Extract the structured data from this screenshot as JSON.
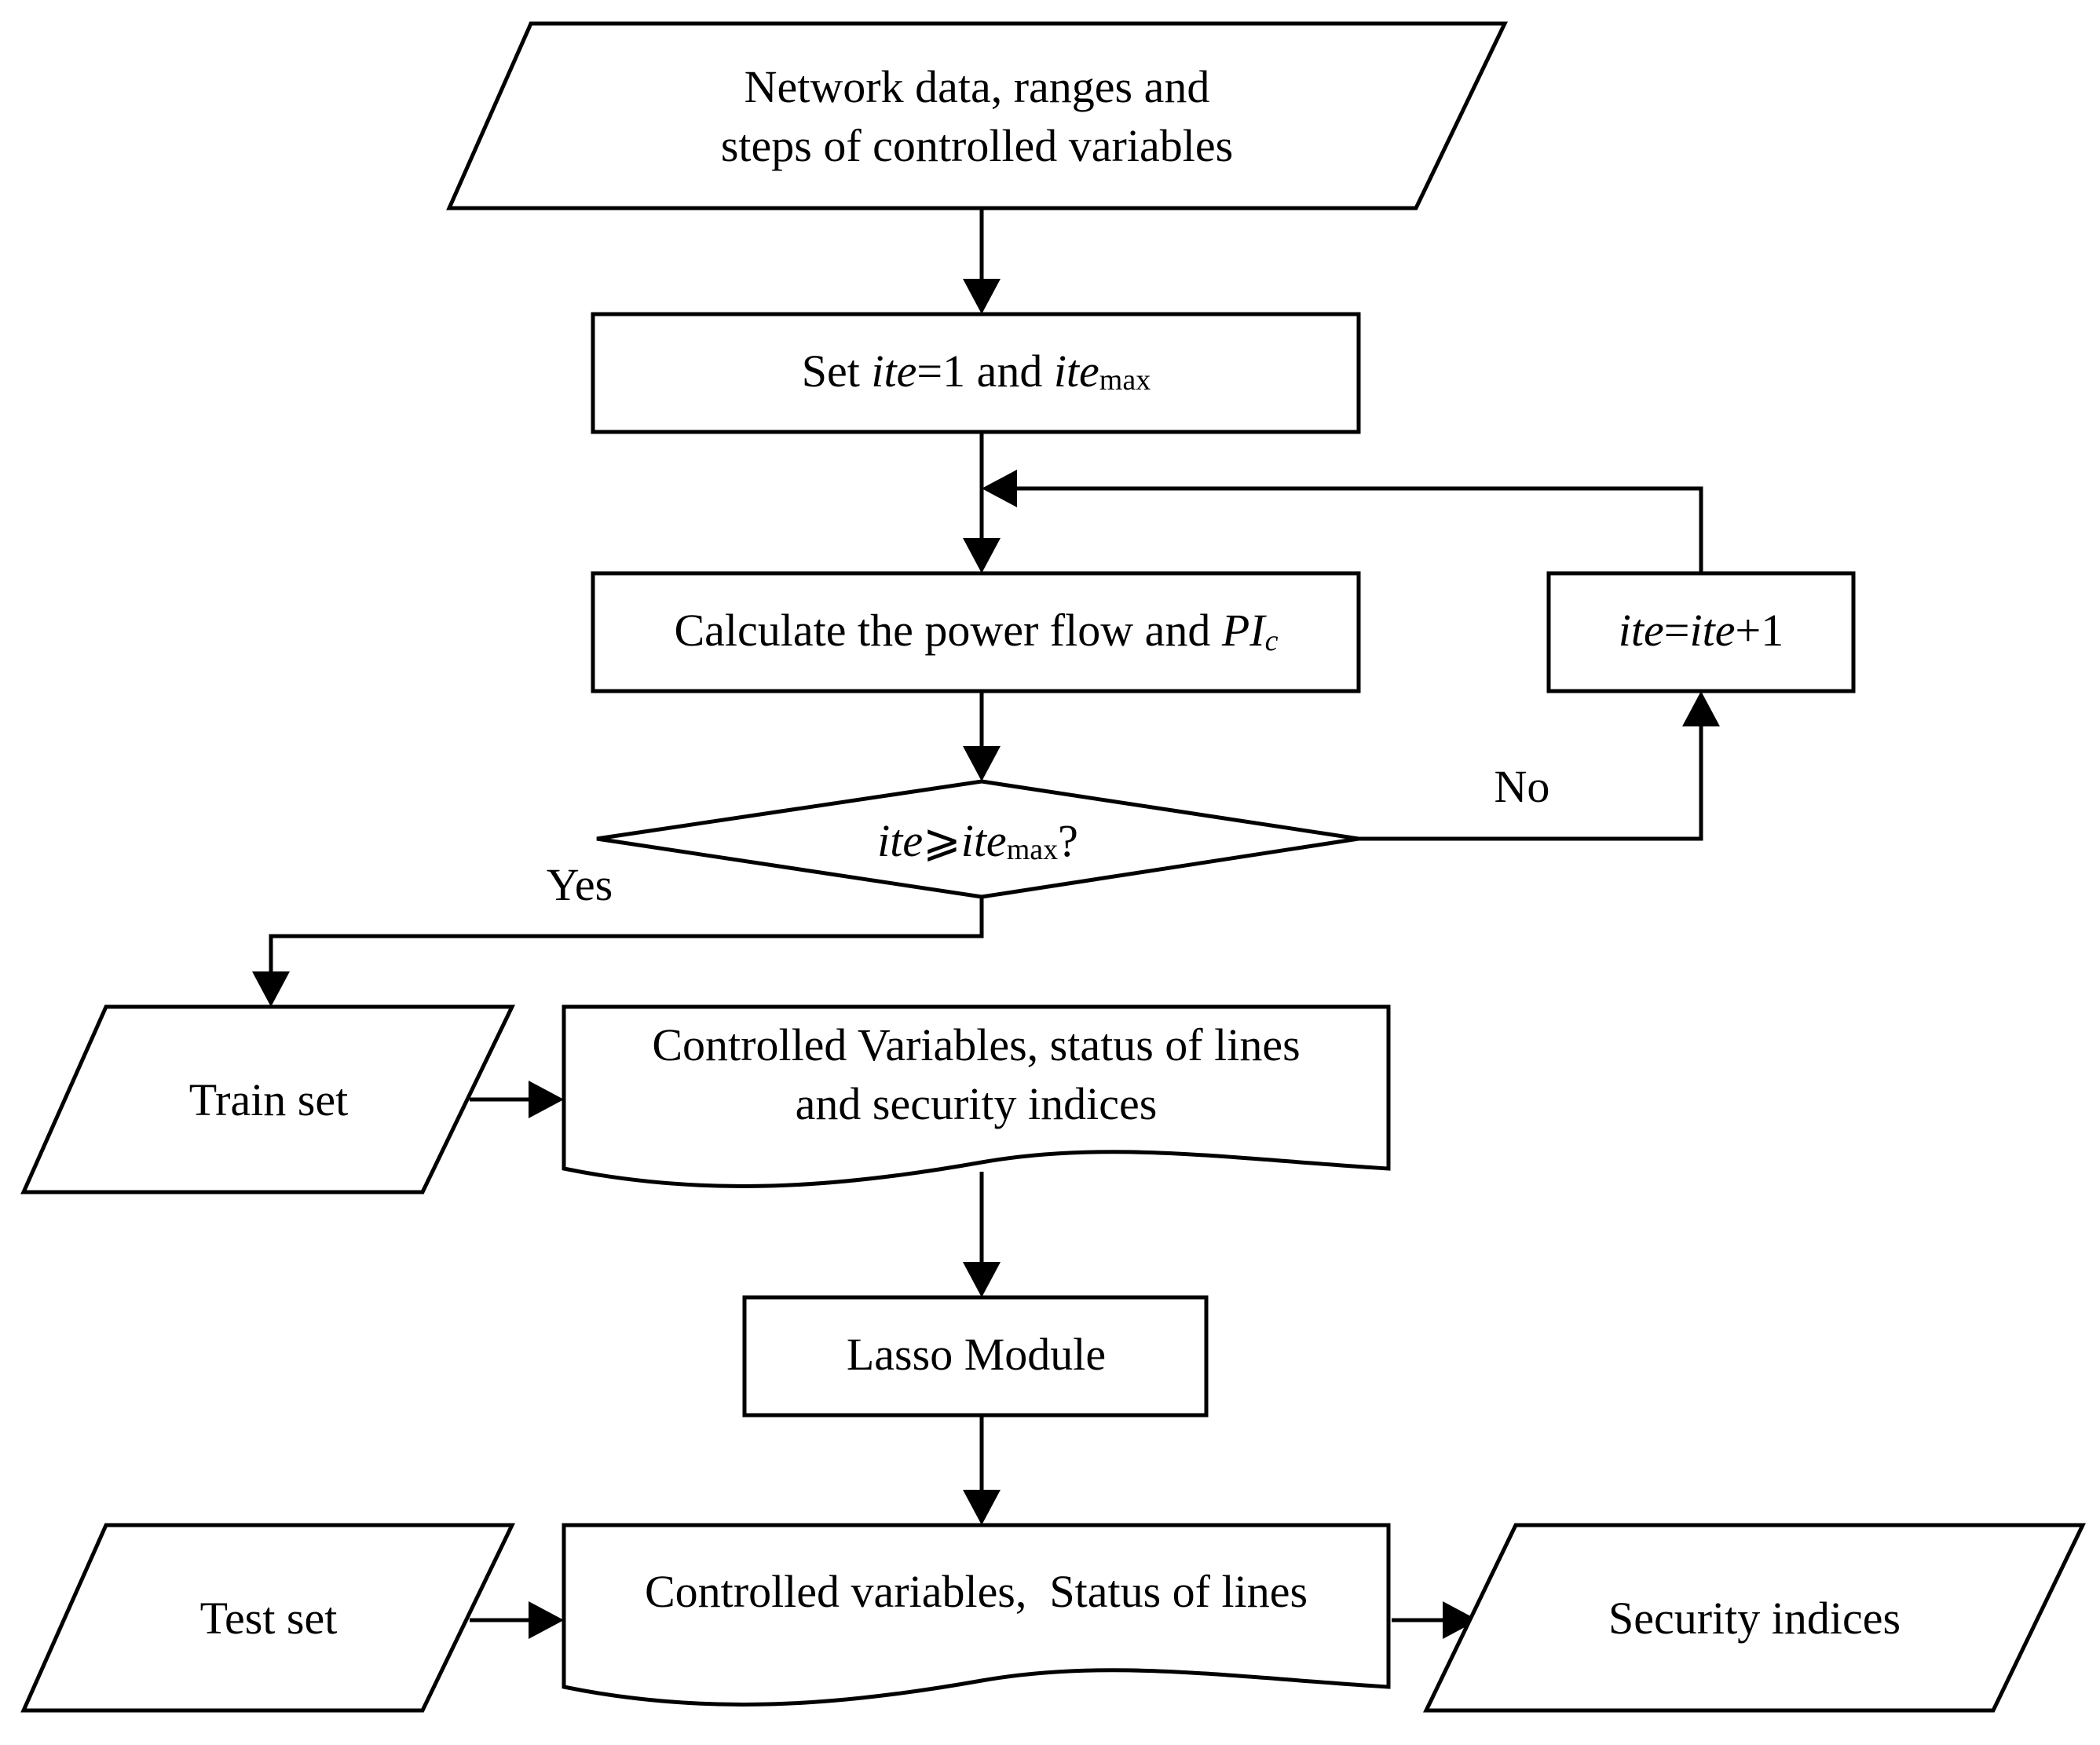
{
  "nodes": {
    "input": {
      "line1": "Network data, ranges and",
      "line2": "steps of controlled variables"
    },
    "init": {
      "prefix": "Set ",
      "var1": "ite",
      "mid": "=1 and ",
      "var2": "ite",
      "sub": "max"
    },
    "calc": {
      "text": "Calculate the power flow and ",
      "var": "PI",
      "sub": "c"
    },
    "increment": {
      "var1": "ite",
      "eq": "=",
      "var2": "ite",
      "tail": "+1"
    },
    "decision": {
      "var1": "ite",
      "op": "⩾",
      "var2": "ite",
      "sub": "max",
      "tail": "?"
    },
    "train_set": {
      "label": "Train set"
    },
    "train_doc": {
      "line1": "Controlled Variables, status of lines",
      "line2": "and security indices"
    },
    "lasso": {
      "label": "Lasso Module"
    },
    "test_set": {
      "label": "Test set"
    },
    "test_doc": {
      "line1": "Controlled variables,  Status of lines"
    },
    "output": {
      "label": "Security indices"
    }
  },
  "edges": {
    "no_label": "No",
    "yes_label": "Yes"
  }
}
